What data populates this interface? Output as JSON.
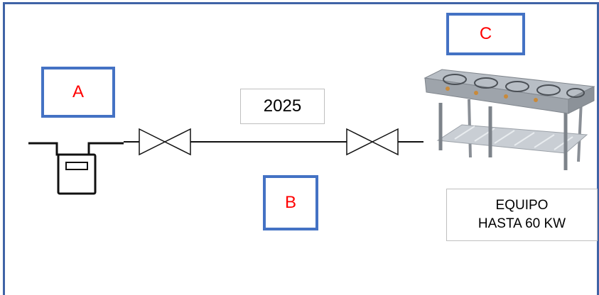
{
  "labels": {
    "a": "A",
    "b": "B",
    "c": "C"
  },
  "pipe_length": "2025",
  "equipment": {
    "line1": "EQUIPO",
    "line2": "HASTA 60 KW"
  },
  "icons": {
    "meter": "gas-meter-icon",
    "valve": "gate-valve-icon",
    "appliance": "gas-stove-icon"
  },
  "colors": {
    "label_text": "#ff0000",
    "label_border": "#4472c4",
    "frame": "#3f63a6"
  }
}
